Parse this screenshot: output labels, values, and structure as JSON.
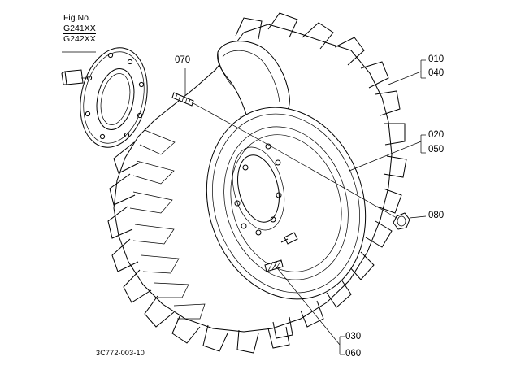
{
  "figure": {
    "title": "Fig.No.",
    "numbers": [
      "G241XX",
      "G242XX"
    ]
  },
  "parts": [
    {
      "id": "p070",
      "text": "070"
    },
    {
      "id": "p010",
      "text": "010"
    },
    {
      "id": "p040",
      "text": "040"
    },
    {
      "id": "p020",
      "text": "020"
    },
    {
      "id": "p050",
      "text": "050"
    },
    {
      "id": "p080",
      "text": "080"
    },
    {
      "id": "p030",
      "text": "030"
    },
    {
      "id": "p060",
      "text": "060"
    }
  ],
  "drawing_code": "3C772-003-10"
}
